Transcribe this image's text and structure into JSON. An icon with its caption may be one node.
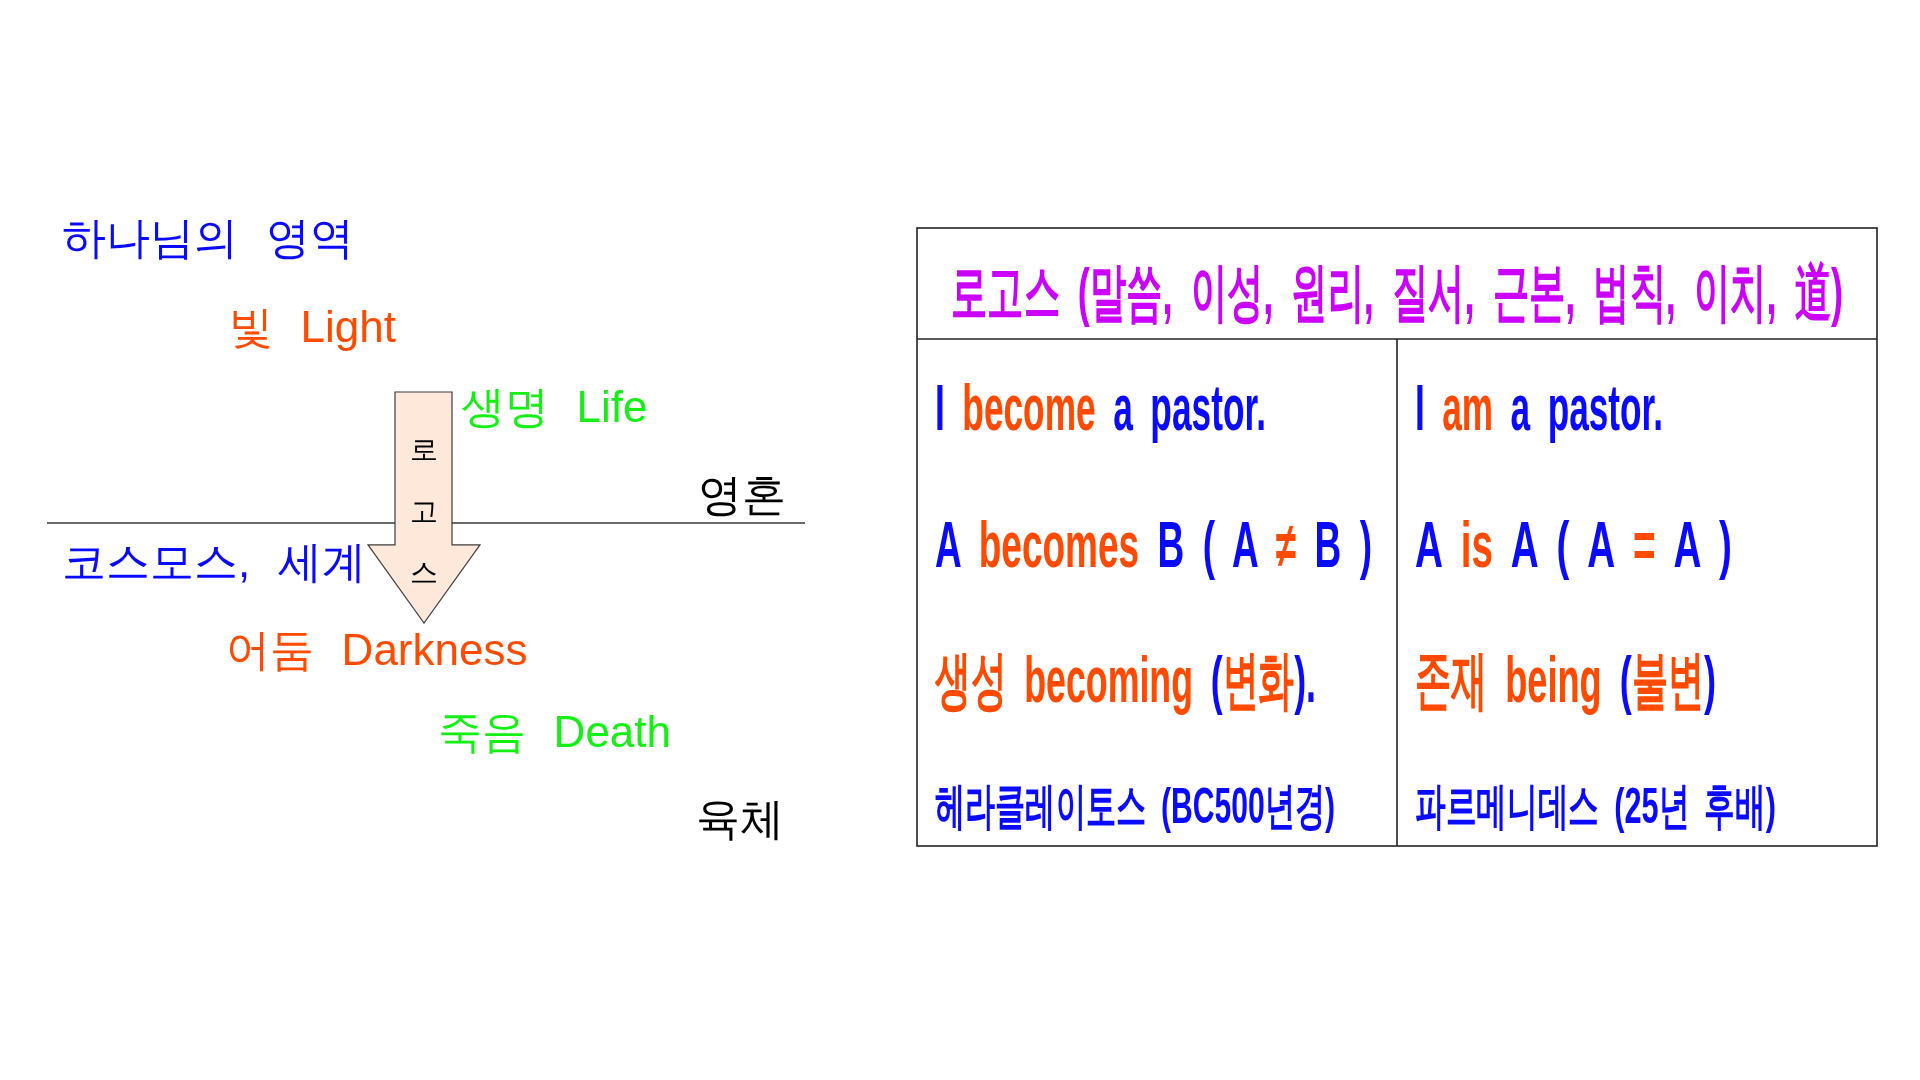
{
  "diagram": {
    "nodes": [
      {
        "text": [
          "로고스"
        ]
      }
    ],
    "labels": [
      "하나님의 영역",
      "빛 Light",
      "생명 Life",
      "영혼",
      "코스모스, 세계",
      "어둠 Darkness",
      "죽음 Death",
      "육체",
      "로고스 (말씀, 이성, 원리, 질서, 근본, 법칙, 이치, 道)",
      "I become a pastor.",
      "I am a pastor.",
      "A becomes B ( A ≠ B )",
      "A is A ( A = A )",
      "생성 becoming (변화).",
      "존재 being (불변)",
      "헤라클레이토스 (BC500년경)",
      "파르메니데스 (25년 후배)"
    ]
  }
}
